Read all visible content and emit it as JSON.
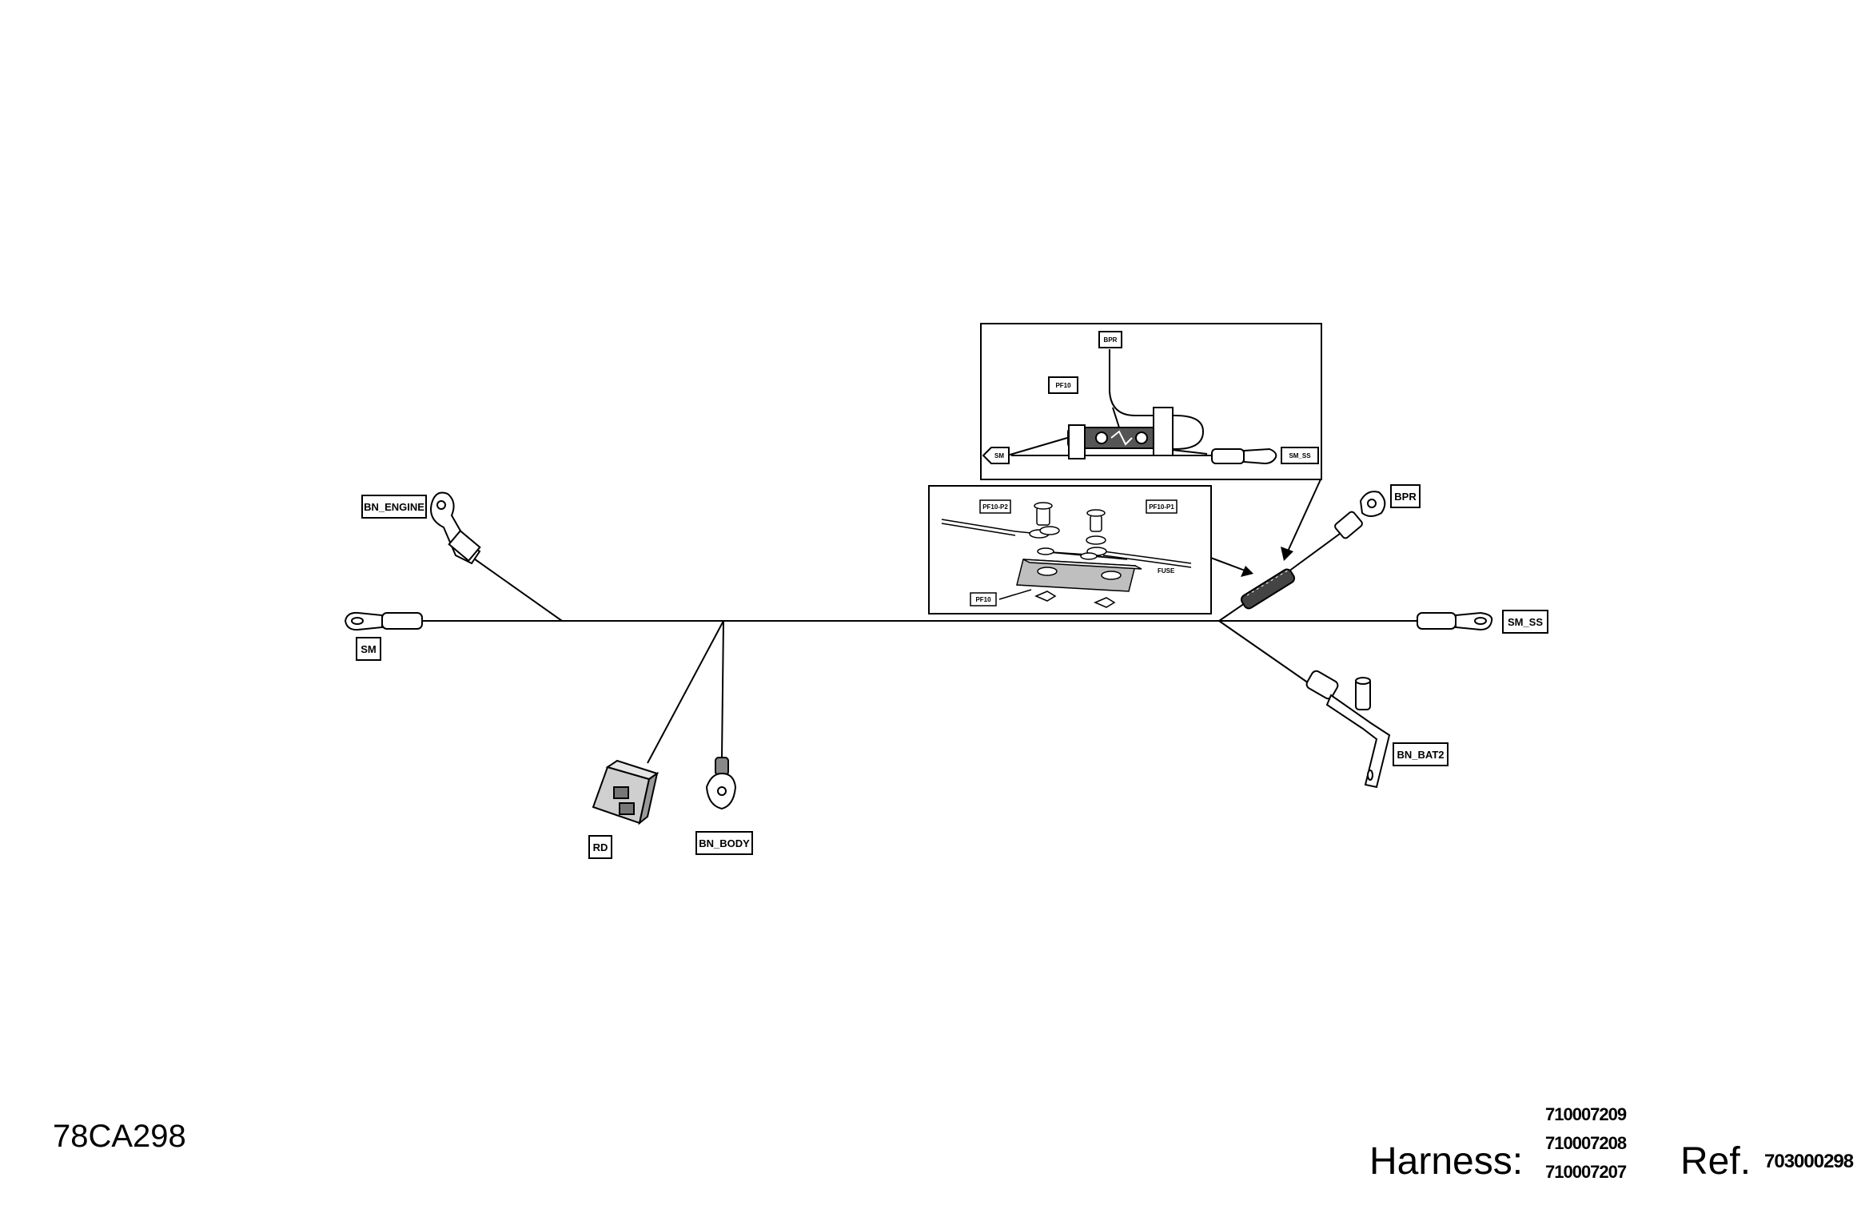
{
  "connectors": {
    "bn_engine": "BN_ENGINE",
    "sm": "SM",
    "rd": "RD",
    "bn_body": "BN_BODY",
    "bpr": "BPR",
    "sm_ss": "SM_SS",
    "bn_bat2": "BN_BAT2"
  },
  "detail_top": {
    "bpr": "BPR",
    "pf10": "PF10",
    "sm": "SM",
    "sm_ss": "SM_SS"
  },
  "detail_bottom": {
    "pf10_p2": "PF10-P2",
    "pf10_p1": "PF10-P1",
    "fuse": "FUSE",
    "pf10": "PF10"
  },
  "footer": {
    "drawing_code": "78CA298",
    "harness_label": "Harness:",
    "harness_numbers": [
      "710007209",
      "710007208",
      "710007207"
    ],
    "ref_label": "Ref.",
    "ref_number": "703000298"
  }
}
